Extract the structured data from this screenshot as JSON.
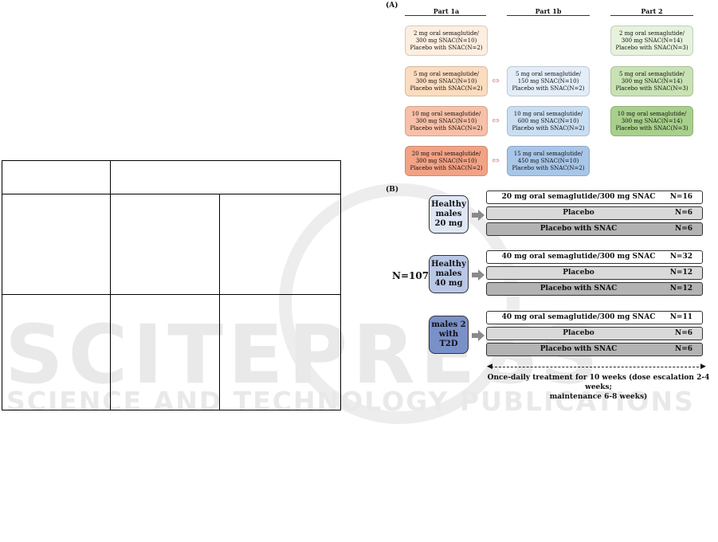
{
  "figA": {
    "label": "(A)",
    "headers": [
      "Part 1a",
      "Part 1b",
      "Part 2"
    ],
    "rows": [
      {
        "part1a": [
          "2 mg oral semaglutide/",
          "300 mg SNAC(N=10)",
          "Placebo with SNAC(N=2)"
        ],
        "part1b": null,
        "part2": [
          "2 mg oral semaglutide/",
          "300 mg SNAC(N=14)",
          "Placebo with SNAC(N=3)"
        ]
      },
      {
        "part1a": [
          "5 mg oral semaglutide/",
          "300 mg SNAC(N=10)",
          "Placebo with SNAC(N=2)"
        ],
        "part1b": [
          "5 mg oral semaglutide/",
          "150 mg SNAC(N=10)",
          "Placebo with SNAC(N=2)"
        ],
        "part2": [
          "5 mg oral semaglutide/",
          "300 mg SNAC(N=14)",
          "Placebo with SNAC(N=3)"
        ]
      },
      {
        "part1a": [
          "10 mg oral semaglutide/",
          "300 mg SNAC(N=10)",
          "Placebo with SNAC(N=2)"
        ],
        "part1b": [
          "10 mg oral semaglutide/",
          "600 mg SNAC(N=10)",
          "Placebo with SNAC(N=2)"
        ],
        "part2": [
          "10 mg oral semaglutide/",
          "300 mg SNAC(N=14)",
          "Placebo with SNAC(N=3)"
        ]
      },
      {
        "part1a": [
          "20 mg oral semaglutide/",
          "300 mg SNAC(N=10)",
          "Placebo with SNAC(N=2)"
        ],
        "part1b": [
          "15 mg oral semaglutide/",
          "450 mg SNAC(N=10)",
          "Placebo with SNAC(N=2)"
        ],
        "part2": null
      }
    ],
    "colors": {
      "part1a": [
        "#fdeee0",
        "#fcdcbf",
        "#f8c0a8",
        "#f2a285"
      ],
      "part1b": [
        "#e3edf8",
        "#cadef2",
        "#a8c6e8"
      ],
      "part2": [
        "#e6f2dc",
        "#c9e2b4",
        "#a8d08c"
      ]
    }
  },
  "figB": {
    "label": "(B)",
    "total": "N=107",
    "groups": [
      {
        "name": [
          "Healthy",
          "males",
          "20 mg"
        ],
        "color": "#dfe6f4",
        "arms": [
          {
            "label": "20 mg oral semaglutide/300 mg SNAC",
            "n": "N=16"
          },
          {
            "label": "Placebo",
            "n": "N=6"
          },
          {
            "label": "Placebo with SNAC",
            "n": "N=6"
          }
        ]
      },
      {
        "name": [
          "Healthy",
          "males",
          "40 mg"
        ],
        "color": "#b9c7e6",
        "arms": [
          {
            "label": "40 mg oral semaglutide/300 mg SNAC",
            "n": "N=32"
          },
          {
            "label": "Placebo",
            "n": "N=12"
          },
          {
            "label": "Placebo with SNAC",
            "n": "N=12"
          }
        ]
      },
      {
        "name": [
          "males 2",
          "with",
          "T2D"
        ],
        "color": "#7a90c8",
        "arms": [
          {
            "label": "40 mg oral semaglutide/300 mg SNAC",
            "n": "N=11"
          },
          {
            "label": "Placebo",
            "n": "N=6"
          },
          {
            "label": "Placebo with SNAC",
            "n": "N=6"
          }
        ]
      }
    ],
    "footer": [
      "Once-daily treatment for 10 weeks (dose escalation 2-4 weeks;",
      "maintenance 6-8 weeks)"
    ]
  },
  "watermark": {
    "big": "SCITEPRESS",
    "small": "SCIENCE AND TECHNOLOGY PUBLICATIONS"
  }
}
